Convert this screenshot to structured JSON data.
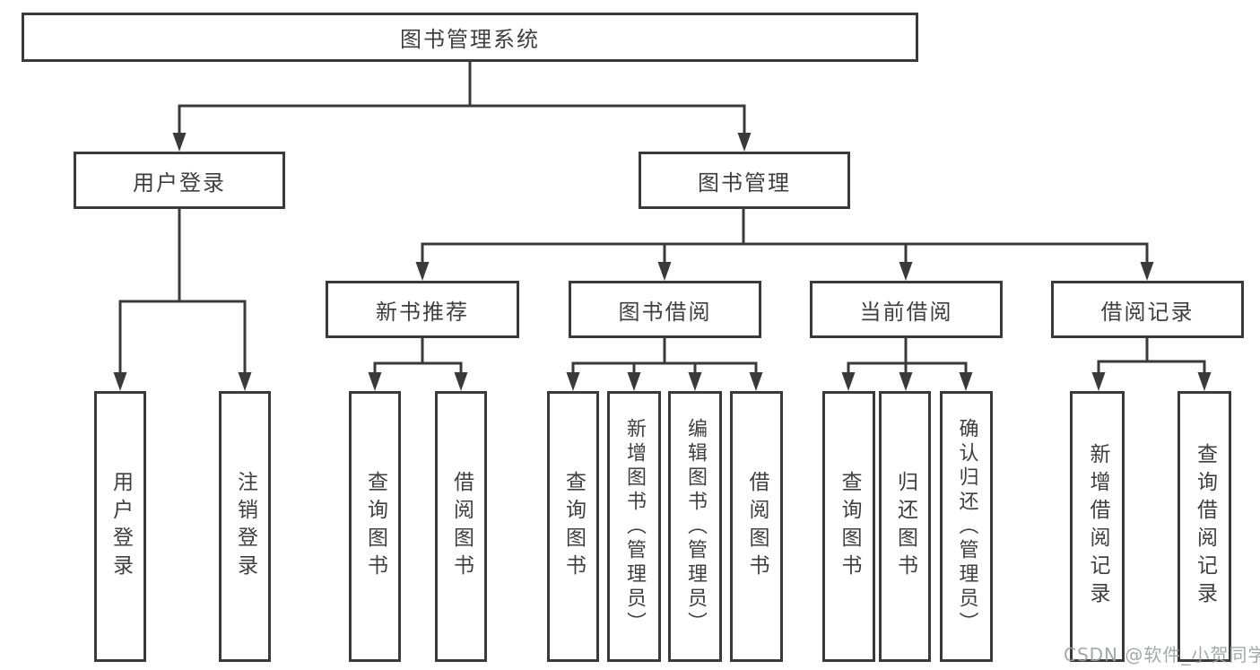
{
  "tree": {
    "root": {
      "label": "图书管理系统",
      "children": [
        {
          "label": "用户登录",
          "children": [
            {
              "label": "用户登录"
            },
            {
              "label": "注销登录"
            }
          ]
        },
        {
          "label": "图书管理",
          "children": [
            {
              "label": "新书推荐",
              "children": [
                {
                  "label": "查询图书"
                },
                {
                  "label": "借阅图书"
                }
              ]
            },
            {
              "label": "图书借阅",
              "children": [
                {
                  "label": "查询图书"
                },
                {
                  "label": "新增图书（管理员）"
                },
                {
                  "label": "编辑图书（管理员）"
                },
                {
                  "label": "借阅图书"
                }
              ]
            },
            {
              "label": "当前借阅",
              "children": [
                {
                  "label": "查询图书"
                },
                {
                  "label": "归还图书"
                },
                {
                  "label": "确认归还（管理员）"
                }
              ]
            },
            {
              "label": "借阅记录",
              "children": [
                {
                  "label": "新增借阅记录"
                },
                {
                  "label": "查询借阅记录"
                }
              ]
            }
          ]
        }
      ]
    }
  },
  "watermark": {
    "text": "CSDN @软件_小贺同学"
  },
  "colors": {
    "line": "#3a3a3a",
    "text": "#3f3f3f",
    "watermark": "#9b9fa4",
    "background": "#ffffff"
  }
}
